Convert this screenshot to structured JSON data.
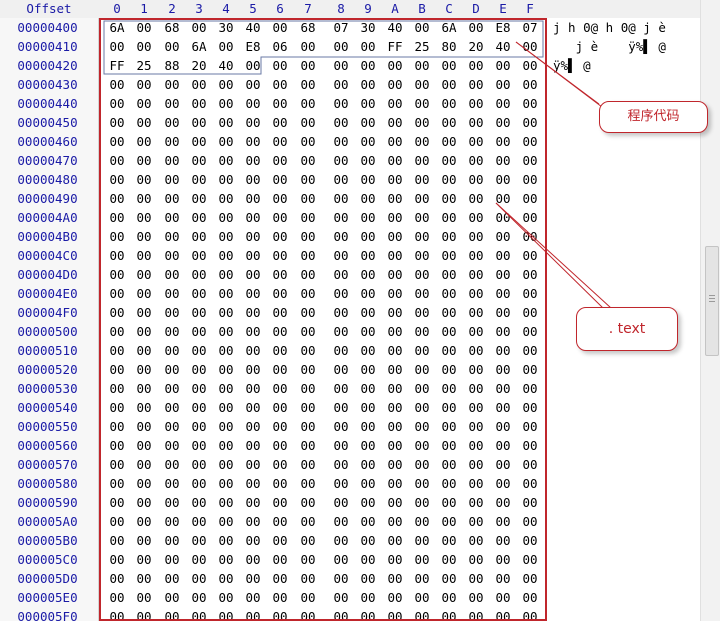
{
  "hex_view": {
    "offset_label": "Offset",
    "column_labels": [
      "0",
      "1",
      "2",
      "3",
      "4",
      "5",
      "6",
      "7",
      "8",
      "9",
      "A",
      "B",
      "C",
      "D",
      "E",
      "F"
    ],
    "rows": [
      {
        "offset": "00000400",
        "bytes": [
          "6A",
          "00",
          "68",
          "00",
          "30",
          "40",
          "00",
          "68",
          "07",
          "30",
          "40",
          "00",
          "6A",
          "00",
          "E8",
          "07"
        ],
        "ascii": "j h 0@ h 0@ j è"
      },
      {
        "offset": "00000410",
        "bytes": [
          "00",
          "00",
          "00",
          "6A",
          "00",
          "E8",
          "06",
          "00",
          "00",
          "00",
          "FF",
          "25",
          "80",
          "20",
          "40",
          "00"
        ],
        "ascii": "   j è    ÿ%▌ @"
      },
      {
        "offset": "00000420",
        "bytes": [
          "FF",
          "25",
          "88",
          "20",
          "40",
          "00",
          "00",
          "00",
          "00",
          "00",
          "00",
          "00",
          "00",
          "00",
          "00",
          "00"
        ],
        "ascii": "ÿ%▌ @"
      },
      {
        "offset": "00000430",
        "bytes": [
          "00",
          "00",
          "00",
          "00",
          "00",
          "00",
          "00",
          "00",
          "00",
          "00",
          "00",
          "00",
          "00",
          "00",
          "00",
          "00"
        ],
        "ascii": ""
      },
      {
        "offset": "00000440",
        "bytes": [
          "00",
          "00",
          "00",
          "00",
          "00",
          "00",
          "00",
          "00",
          "00",
          "00",
          "00",
          "00",
          "00",
          "00",
          "00",
          "00"
        ],
        "ascii": ""
      },
      {
        "offset": "00000450",
        "bytes": [
          "00",
          "00",
          "00",
          "00",
          "00",
          "00",
          "00",
          "00",
          "00",
          "00",
          "00",
          "00",
          "00",
          "00",
          "00",
          "00"
        ],
        "ascii": ""
      },
      {
        "offset": "00000460",
        "bytes": [
          "00",
          "00",
          "00",
          "00",
          "00",
          "00",
          "00",
          "00",
          "00",
          "00",
          "00",
          "00",
          "00",
          "00",
          "00",
          "00"
        ],
        "ascii": ""
      },
      {
        "offset": "00000470",
        "bytes": [
          "00",
          "00",
          "00",
          "00",
          "00",
          "00",
          "00",
          "00",
          "00",
          "00",
          "00",
          "00",
          "00",
          "00",
          "00",
          "00"
        ],
        "ascii": ""
      },
      {
        "offset": "00000480",
        "bytes": [
          "00",
          "00",
          "00",
          "00",
          "00",
          "00",
          "00",
          "00",
          "00",
          "00",
          "00",
          "00",
          "00",
          "00",
          "00",
          "00"
        ],
        "ascii": ""
      },
      {
        "offset": "00000490",
        "bytes": [
          "00",
          "00",
          "00",
          "00",
          "00",
          "00",
          "00",
          "00",
          "00",
          "00",
          "00",
          "00",
          "00",
          "00",
          "00",
          "00"
        ],
        "ascii": ""
      },
      {
        "offset": "000004A0",
        "bytes": [
          "00",
          "00",
          "00",
          "00",
          "00",
          "00",
          "00",
          "00",
          "00",
          "00",
          "00",
          "00",
          "00",
          "00",
          "00",
          "00"
        ],
        "ascii": ""
      },
      {
        "offset": "000004B0",
        "bytes": [
          "00",
          "00",
          "00",
          "00",
          "00",
          "00",
          "00",
          "00",
          "00",
          "00",
          "00",
          "00",
          "00",
          "00",
          "00",
          "00"
        ],
        "ascii": ""
      },
      {
        "offset": "000004C0",
        "bytes": [
          "00",
          "00",
          "00",
          "00",
          "00",
          "00",
          "00",
          "00",
          "00",
          "00",
          "00",
          "00",
          "00",
          "00",
          "00",
          "00"
        ],
        "ascii": ""
      },
      {
        "offset": "000004D0",
        "bytes": [
          "00",
          "00",
          "00",
          "00",
          "00",
          "00",
          "00",
          "00",
          "00",
          "00",
          "00",
          "00",
          "00",
          "00",
          "00",
          "00"
        ],
        "ascii": ""
      },
      {
        "offset": "000004E0",
        "bytes": [
          "00",
          "00",
          "00",
          "00",
          "00",
          "00",
          "00",
          "00",
          "00",
          "00",
          "00",
          "00",
          "00",
          "00",
          "00",
          "00"
        ],
        "ascii": ""
      },
      {
        "offset": "000004F0",
        "bytes": [
          "00",
          "00",
          "00",
          "00",
          "00",
          "00",
          "00",
          "00",
          "00",
          "00",
          "00",
          "00",
          "00",
          "00",
          "00",
          "00"
        ],
        "ascii": ""
      },
      {
        "offset": "00000500",
        "bytes": [
          "00",
          "00",
          "00",
          "00",
          "00",
          "00",
          "00",
          "00",
          "00",
          "00",
          "00",
          "00",
          "00",
          "00",
          "00",
          "00"
        ],
        "ascii": ""
      },
      {
        "offset": "00000510",
        "bytes": [
          "00",
          "00",
          "00",
          "00",
          "00",
          "00",
          "00",
          "00",
          "00",
          "00",
          "00",
          "00",
          "00",
          "00",
          "00",
          "00"
        ],
        "ascii": ""
      },
      {
        "offset": "00000520",
        "bytes": [
          "00",
          "00",
          "00",
          "00",
          "00",
          "00",
          "00",
          "00",
          "00",
          "00",
          "00",
          "00",
          "00",
          "00",
          "00",
          "00"
        ],
        "ascii": ""
      },
      {
        "offset": "00000530",
        "bytes": [
          "00",
          "00",
          "00",
          "00",
          "00",
          "00",
          "00",
          "00",
          "00",
          "00",
          "00",
          "00",
          "00",
          "00",
          "00",
          "00"
        ],
        "ascii": ""
      },
      {
        "offset": "00000540",
        "bytes": [
          "00",
          "00",
          "00",
          "00",
          "00",
          "00",
          "00",
          "00",
          "00",
          "00",
          "00",
          "00",
          "00",
          "00",
          "00",
          "00"
        ],
        "ascii": ""
      },
      {
        "offset": "00000550",
        "bytes": [
          "00",
          "00",
          "00",
          "00",
          "00",
          "00",
          "00",
          "00",
          "00",
          "00",
          "00",
          "00",
          "00",
          "00",
          "00",
          "00"
        ],
        "ascii": ""
      },
      {
        "offset": "00000560",
        "bytes": [
          "00",
          "00",
          "00",
          "00",
          "00",
          "00",
          "00",
          "00",
          "00",
          "00",
          "00",
          "00",
          "00",
          "00",
          "00",
          "00"
        ],
        "ascii": ""
      },
      {
        "offset": "00000570",
        "bytes": [
          "00",
          "00",
          "00",
          "00",
          "00",
          "00",
          "00",
          "00",
          "00",
          "00",
          "00",
          "00",
          "00",
          "00",
          "00",
          "00"
        ],
        "ascii": ""
      },
      {
        "offset": "00000580",
        "bytes": [
          "00",
          "00",
          "00",
          "00",
          "00",
          "00",
          "00",
          "00",
          "00",
          "00",
          "00",
          "00",
          "00",
          "00",
          "00",
          "00"
        ],
        "ascii": ""
      },
      {
        "offset": "00000590",
        "bytes": [
          "00",
          "00",
          "00",
          "00",
          "00",
          "00",
          "00",
          "00",
          "00",
          "00",
          "00",
          "00",
          "00",
          "00",
          "00",
          "00"
        ],
        "ascii": ""
      },
      {
        "offset": "000005A0",
        "bytes": [
          "00",
          "00",
          "00",
          "00",
          "00",
          "00",
          "00",
          "00",
          "00",
          "00",
          "00",
          "00",
          "00",
          "00",
          "00",
          "00"
        ],
        "ascii": ""
      },
      {
        "offset": "000005B0",
        "bytes": [
          "00",
          "00",
          "00",
          "00",
          "00",
          "00",
          "00",
          "00",
          "00",
          "00",
          "00",
          "00",
          "00",
          "00",
          "00",
          "00"
        ],
        "ascii": ""
      },
      {
        "offset": "000005C0",
        "bytes": [
          "00",
          "00",
          "00",
          "00",
          "00",
          "00",
          "00",
          "00",
          "00",
          "00",
          "00",
          "00",
          "00",
          "00",
          "00",
          "00"
        ],
        "ascii": ""
      },
      {
        "offset": "000005D0",
        "bytes": [
          "00",
          "00",
          "00",
          "00",
          "00",
          "00",
          "00",
          "00",
          "00",
          "00",
          "00",
          "00",
          "00",
          "00",
          "00",
          "00"
        ],
        "ascii": ""
      },
      {
        "offset": "000005E0",
        "bytes": [
          "00",
          "00",
          "00",
          "00",
          "00",
          "00",
          "00",
          "00",
          "00",
          "00",
          "00",
          "00",
          "00",
          "00",
          "00",
          "00"
        ],
        "ascii": ""
      },
      {
        "offset": "000005F0",
        "bytes": [
          "00",
          "00",
          "00",
          "00",
          "00",
          "00",
          "00",
          "00",
          "00",
          "00",
          "00",
          "00",
          "00",
          "00",
          "00",
          "00"
        ],
        "ascii": ""
      }
    ]
  },
  "annotations": {
    "code_label": "程序代码",
    "text_label": ". text"
  },
  "colors": {
    "offset_text": "#1a1aa6",
    "annotation": "#c0262c"
  }
}
